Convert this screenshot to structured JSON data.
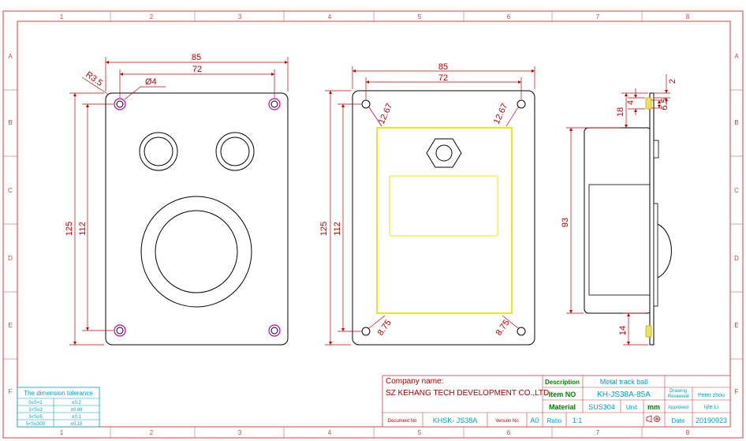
{
  "grid": {
    "cols": [
      "1",
      "2",
      "3",
      "4",
      "5",
      "6",
      "7",
      "8"
    ],
    "rows": [
      "A",
      "B",
      "C",
      "D",
      "E",
      "F"
    ]
  },
  "view_front": {
    "width": "85",
    "hole_span": "72",
    "corner_radius": "R3.5",
    "hole_dia": "Ø4",
    "height": "125",
    "hole_vspan": "112"
  },
  "view_back": {
    "width": "85",
    "hole_span": "72",
    "offset_tl": "12.67",
    "offset_tr": "12.67",
    "offset_bl": "8.75",
    "offset_br": "8.75",
    "height": "125",
    "hole_vspan": "112"
  },
  "view_side": {
    "top_thk": "2",
    "d4": "4",
    "d65": "6.5",
    "d18": "18",
    "d93": "93",
    "d14": "14"
  },
  "tolerance": {
    "title": "The dimension tolerance",
    "rows": [
      [
        "0≤S<1",
        "±0.2"
      ],
      [
        "1<S≤3",
        "±0.08"
      ],
      [
        "3<S≤5",
        "±0.1"
      ],
      [
        "5<S≤300",
        "±0.15"
      ]
    ]
  },
  "title_block": {
    "company_label": "Company name:",
    "company_name": "SZ KEHANG TECH DEVELOPMENT CO.,LTD.",
    "description_label": "Description",
    "description_value": "Metal track ball",
    "item_label": "Item NO",
    "item_value": "KH-JS38A-85A",
    "drawing_label_1": "Drawing",
    "drawing_label_2": "Reviewed",
    "drawing_value": "Peter zhou",
    "material_label": "Material",
    "material_value": "SUS304",
    "unit_label": "Unit",
    "unit_value": "mm",
    "approved_label": "Approved",
    "approved_value": "lyle Li",
    "document_label": "Document No",
    "document_value": "KHSK- JS38A",
    "version_label": "Version No",
    "version_value": "A0",
    "ratio_label": "Ratio",
    "ratio_value": "1:1",
    "date_label": "Date",
    "date_value": "20190923"
  },
  "colors": {
    "border": "#d04040",
    "dimension": "#c00000",
    "part_outline": "#000000",
    "hole_accent": "#c000c0",
    "yellow_outline": "#e8e800",
    "block_header": "#b00000",
    "block_cyan": "#00a0c0",
    "block_green": "#008000"
  }
}
